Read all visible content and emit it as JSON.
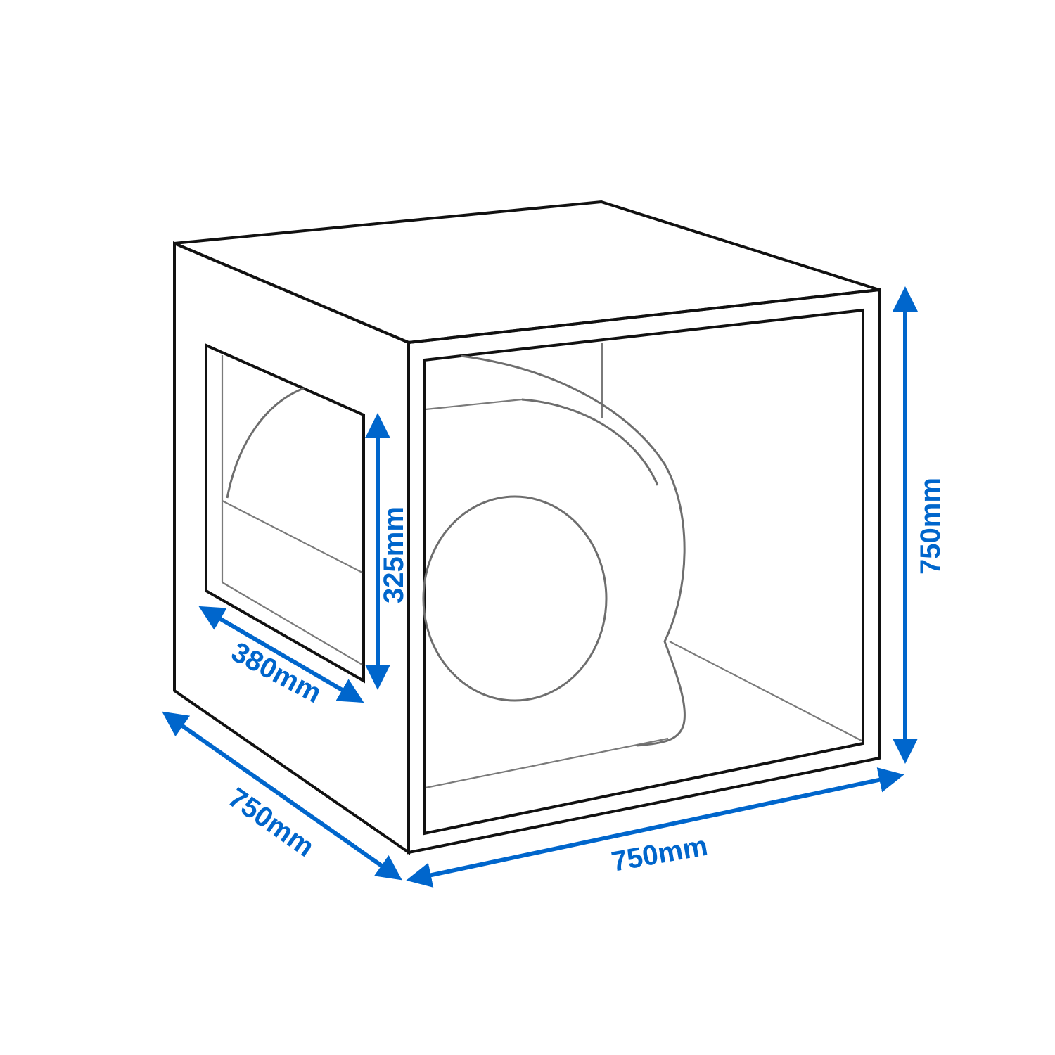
{
  "dimensions": {
    "height_label": "750mm",
    "width_label": "750mm",
    "depth_label": "750mm",
    "window_height_label": "325mm",
    "window_width_label": "380mm"
  },
  "colors": {
    "dimension": "#0066cc",
    "outline": "#111111",
    "detail": "#6e6e6e"
  }
}
